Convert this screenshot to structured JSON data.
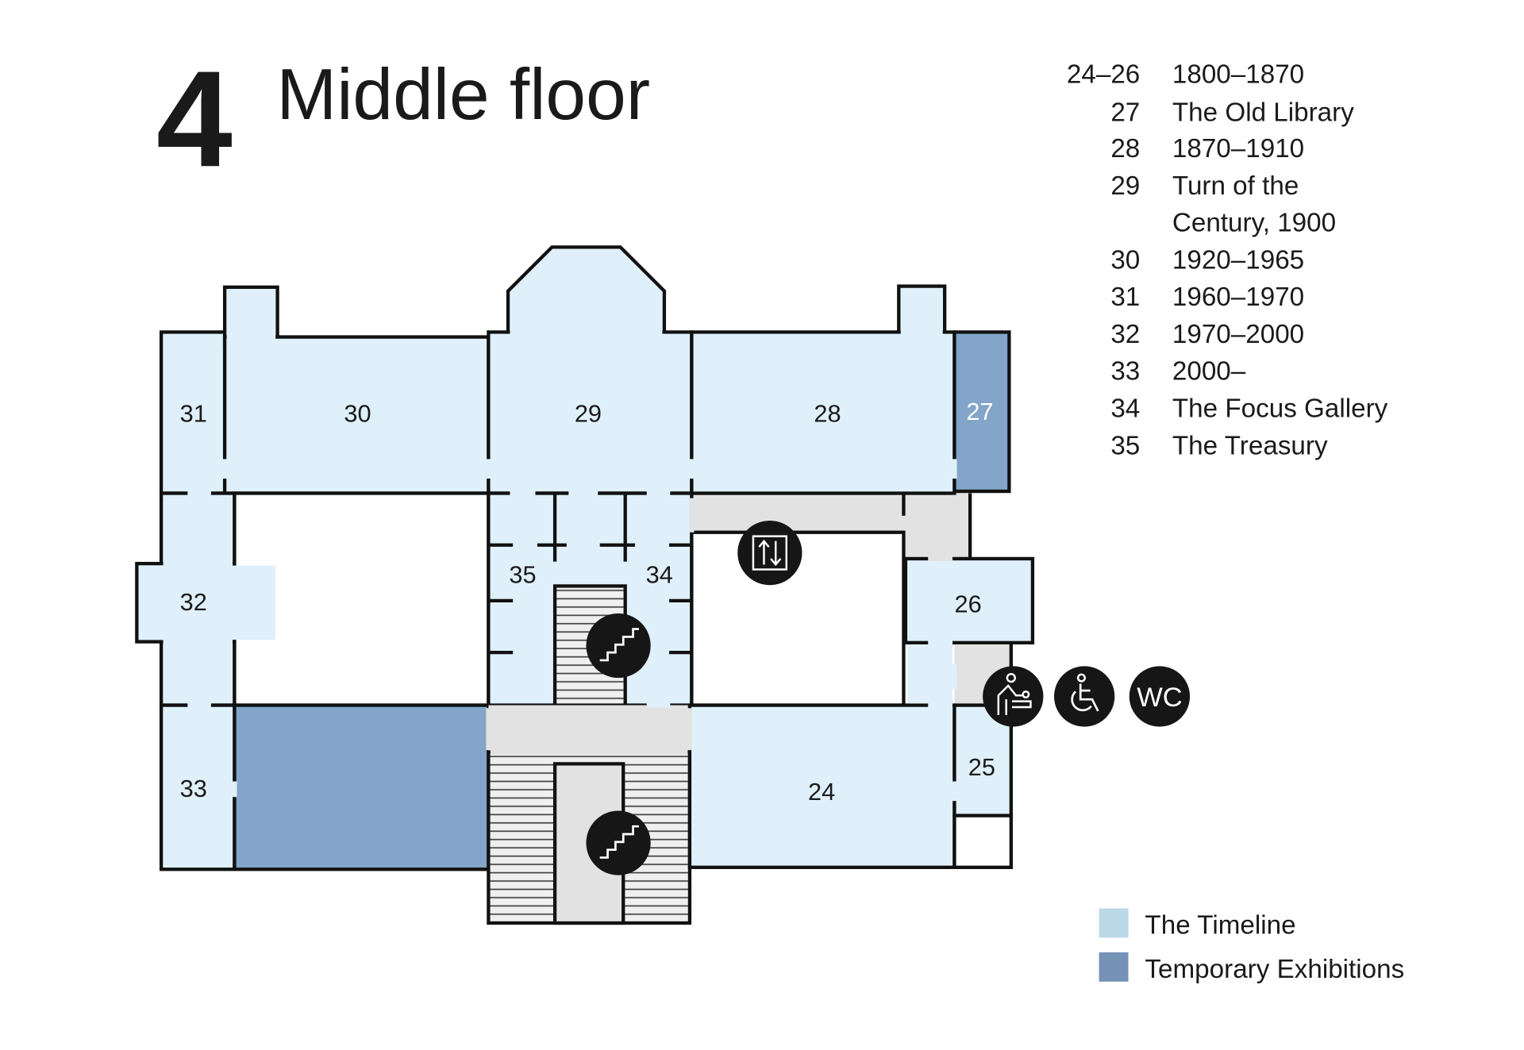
{
  "header": {
    "floor_number": "4",
    "floor_name": "Middle floor"
  },
  "room_key": [
    {
      "num": "24–26",
      "label": "1800–1870"
    },
    {
      "num": "27",
      "label": "The Old Library"
    },
    {
      "num": "28",
      "label": "1870–1910"
    },
    {
      "num": "29",
      "label": "Turn of the",
      "label2": "Century, 1900"
    },
    {
      "num": "30",
      "label": "1920–1965"
    },
    {
      "num": "31",
      "label": "1960–1970"
    },
    {
      "num": "32",
      "label": "1970–2000"
    },
    {
      "num": "33",
      "label": "2000–"
    },
    {
      "num": "34",
      "label": "The Focus Gallery"
    },
    {
      "num": "35",
      "label": "The Treasury"
    }
  ],
  "rooms": {
    "r24": "24",
    "r25": "25",
    "r26": "26",
    "r27": "27",
    "r28": "28",
    "r29": "29",
    "r30": "30",
    "r31": "31",
    "r32": "32",
    "r33": "33",
    "r34": "34",
    "r35": "35"
  },
  "facilities": [
    {
      "icon": "elevator-icon"
    },
    {
      "icon": "stairs-icon"
    },
    {
      "icon": "baby-changing-icon"
    },
    {
      "icon": "wheelchair-icon"
    },
    {
      "icon": "wc-icon",
      "label": "WC"
    }
  ],
  "legend": [
    {
      "label": "The Timeline",
      "color": "#bcd9ea"
    },
    {
      "label": "Temporary Exhibitions",
      "color": "#7591b6"
    }
  ],
  "colors": {
    "timeline_room": "#dff0fa",
    "temporary_room": "#82a5c9",
    "circulation": "#e2e2e2"
  }
}
